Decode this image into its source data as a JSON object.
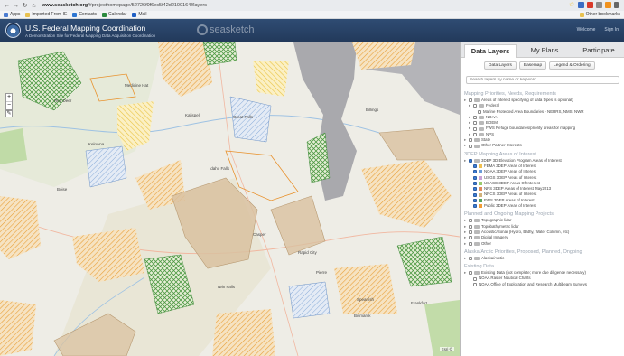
{
  "browser": {
    "url_host": "www.seasketch.org",
    "url_path": "/#projecthomepage/52726f0f6ec5f42d2100164f/layers",
    "bookmarks": [
      "Apps",
      "Imported From IE",
      "Contacts",
      "Calendar",
      "Mail"
    ],
    "bookmarks_right": "Other bookmarks"
  },
  "app": {
    "title": "U.S. Federal Mapping Coordination",
    "subtitle": "A Demonstration Site for Federal Mapping Data Acquisition Coordination",
    "brand": "seasketch",
    "user_link": "Sign In",
    "menu_link": "Welcome"
  },
  "map": {
    "zoom_in": "+",
    "zoom_out": "−",
    "tool": "✎",
    "cities": [
      "Red Deer",
      "Medicine Hat",
      "Kelowna",
      "Kalispell",
      "Great Falls",
      "Billings",
      "Idaho Falls",
      "Boise",
      "Twin Falls",
      "Casper",
      "Rapid City",
      "Pierre",
      "Bismarck",
      "Spearfish",
      "Frankfort"
    ],
    "attribution": "Esri ©"
  },
  "sidebar": {
    "tabs": [
      "Data Layers",
      "My Plans",
      "Participate"
    ],
    "subbuttons": [
      "Data Layers",
      "Basemap",
      "Legend & Ordering"
    ],
    "search_placeholder": "Search layers by name or keyword",
    "sections": [
      {
        "title": "Mapping Priorities, Needs, Requirements",
        "rows": [
          {
            "text": "Areas of interest specifying of data types is optional)",
            "level": 0,
            "check": false,
            "folder": true
          },
          {
            "text": "Federal",
            "level": 1,
            "check": false,
            "folder": true
          },
          {
            "text": "Marine Protected Area Boundaries - NERRS, NMS, NWR",
            "level": 2,
            "check": false,
            "folder": false
          },
          {
            "text": "NOAA",
            "level": 1,
            "check": false,
            "folder": true
          },
          {
            "text": "BOEM",
            "level": 1,
            "check": false,
            "folder": true
          },
          {
            "text": "FWS Refuge boundaries/priority areas for mapping",
            "level": 1,
            "check": false,
            "folder": true
          },
          {
            "text": "NPS",
            "level": 1,
            "check": false,
            "folder": true
          },
          {
            "text": "State",
            "level": 0,
            "check": false,
            "folder": true
          },
          {
            "text": "Other Partner Interests",
            "level": 0,
            "check": false,
            "folder": true
          }
        ]
      },
      {
        "title": "3DEP Mapping Areas of Interest",
        "rows": [
          {
            "text": "3DEP 3D Elevation Program Areas of Interest",
            "level": 0,
            "check": true,
            "folder": true
          },
          {
            "text": "FEMA 3DEP Areas of Interest",
            "level": 1,
            "check": true,
            "folder": false,
            "swatch": "#f2c14e"
          },
          {
            "text": "NOAA 3DEP Areas of Interest",
            "level": 1,
            "check": true,
            "folder": false,
            "swatch": "#6a9bd8"
          },
          {
            "text": "USGS 3DEP Areas of Interest",
            "level": 1,
            "check": true,
            "folder": false,
            "swatch": "#c8a2d6"
          },
          {
            "text": "USACE 3DEP Areas Of Interest",
            "level": 1,
            "check": true,
            "folder": false,
            "swatch": "#9acb6b"
          },
          {
            "text": "NPS 3DEP Areas of Interest May2013",
            "level": 1,
            "check": true,
            "folder": false,
            "swatch": "#e08a5a"
          },
          {
            "text": "NRCS 3DEP Areas of Interest",
            "level": 1,
            "check": true,
            "folder": false,
            "swatch": "#d1b17a"
          },
          {
            "text": "FWS 3DEP Areas of Interest",
            "level": 1,
            "check": true,
            "folder": false,
            "swatch": "#57a35a"
          },
          {
            "text": "Public 3DEP Areas of Interest",
            "level": 1,
            "check": true,
            "folder": false,
            "swatch": "#f39c34"
          }
        ]
      },
      {
        "title": "Planned and Ongoing Mapping Projects",
        "rows": [
          {
            "text": "Topographic lidar",
            "level": 0,
            "check": false,
            "folder": true
          },
          {
            "text": "Topobathymetric lidar",
            "level": 0,
            "check": false,
            "folder": true
          },
          {
            "text": "Acoustic/Sonar (Hydro, Bathy, Water Column, etc)",
            "level": 0,
            "check": false,
            "folder": true
          },
          {
            "text": "Digital Imagery",
            "level": 0,
            "check": false,
            "folder": true
          },
          {
            "text": "Other",
            "level": 0,
            "check": false,
            "folder": true
          }
        ]
      },
      {
        "title": "Alaska/Arctic Priorities, Proposed, Planned, Ongoing",
        "rows": [
          {
            "text": "Alaska/Arctic",
            "level": 0,
            "check": false,
            "folder": true
          }
        ]
      },
      {
        "title": "Existing Data",
        "rows": [
          {
            "text": "Existing Data (not complete; more due diligence necessary)",
            "level": 0,
            "check": false,
            "folder": true
          },
          {
            "text": "NOAA Raster Nautical Charts",
            "level": 1,
            "check": false,
            "folder": false
          },
          {
            "text": "NOAA Office of Exploration and Research Multibeam Surveys",
            "level": 1,
            "check": false,
            "folder": false
          }
        ]
      }
    ]
  },
  "colors": {
    "header": "#2f4c73",
    "accent": "#3a7bd5",
    "fema": "#f2c14e",
    "usace": "#9acb6b",
    "fws": "#57a35a",
    "lake": "#a9a9ad"
  }
}
